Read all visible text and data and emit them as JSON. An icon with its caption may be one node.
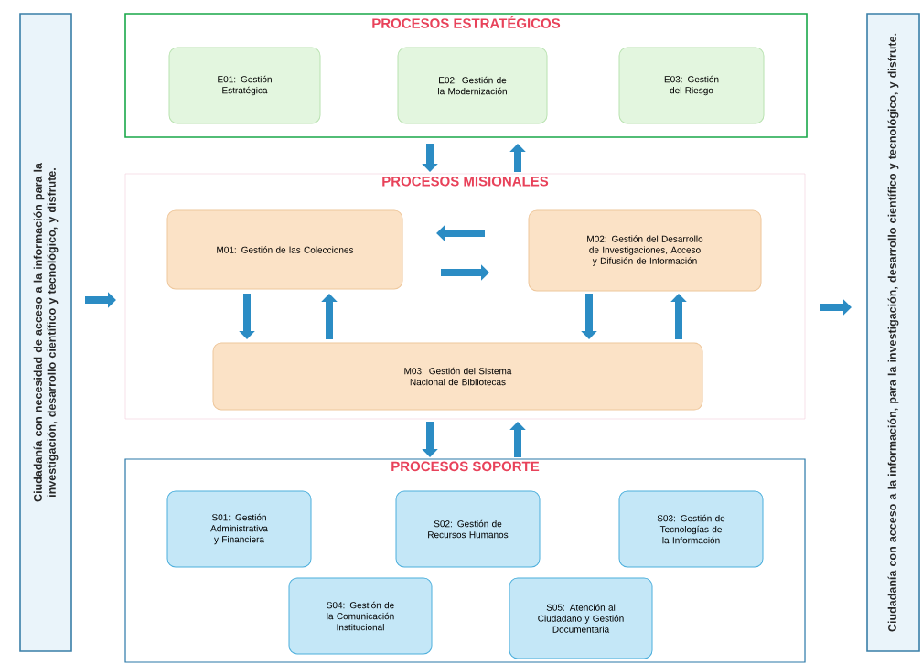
{
  "diagram": {
    "nodes": [
      {
        "text": [
          "Ciudadanía con necesidad de acceso a la información para la investigación, desarrollo científico y tecnológico, y disfrute."
        ]
      },
      {
        "text": [
          "PROCESOS ESTRATÉGICOS"
        ]
      },
      {
        "text": [
          "E01: Gestión Estratégica"
        ],
        "in": 1
      },
      {
        "text": [
          "E02: Gestión de la Modernización"
        ],
        "in": 1
      },
      {
        "text": [
          "E03: Gestión del Riesgo"
        ],
        "in": 1
      },
      {
        "text": [
          "PROCESOS MISIONALES"
        ]
      },
      {
        "text": [
          "M01: Gestión de las Colecciones"
        ],
        "in": 5
      },
      {
        "text": [
          "M02: Gestión del Desarrollo de Investigaciones, Acceso y Difusión de Información"
        ],
        "in": 5
      },
      {
        "text": [
          "M03: Gestión del Sistema Nacional de Bibliotecas"
        ],
        "in": 5
      },
      {
        "text": [
          "PROCESOS SOPORTE"
        ]
      },
      {
        "text": [
          "S01: Gestión Administrativa y Financiera"
        ],
        "in": 9
      },
      {
        "text": [
          "S02: Gestión de Recursos Humanos"
        ],
        "in": 9
      },
      {
        "text": [
          "S03: Gestión de Tecnologías de la Información"
        ],
        "in": 9
      },
      {
        "text": [
          "S04: Gestión de la Comunicación Institucional"
        ],
        "in": 9
      },
      {
        "text": [
          "S05: Atención al Ciudadano y Gestión Documentaria"
        ],
        "in": 9
      },
      {
        "text": [
          "Ciudadanía con acceso a la información, para la investigación, desarrollo científico y tecnológico, y disfrute."
        ]
      }
    ],
    "edges": [
      {
        "from": 0,
        "to": 5,
        "arrow": "to"
      },
      {
        "from": 5,
        "to": 15,
        "arrow": "to"
      },
      {
        "from": 1,
        "to": 5,
        "arrow": "to"
      },
      {
        "from": 5,
        "to": 1,
        "arrow": "to"
      },
      {
        "from": 7,
        "to": 6,
        "arrow": "to"
      },
      {
        "from": 6,
        "to": 7,
        "arrow": "to"
      },
      {
        "from": 6,
        "to": 8,
        "arrow": "to"
      },
      {
        "from": 8,
        "to": 6,
        "arrow": "to"
      },
      {
        "from": 7,
        "to": 8,
        "arrow": "to"
      },
      {
        "from": 8,
        "to": 7,
        "arrow": "to"
      },
      {
        "from": 5,
        "to": 9,
        "arrow": "to"
      },
      {
        "from": 9,
        "to": 5,
        "arrow": "to"
      }
    ]
  }
}
